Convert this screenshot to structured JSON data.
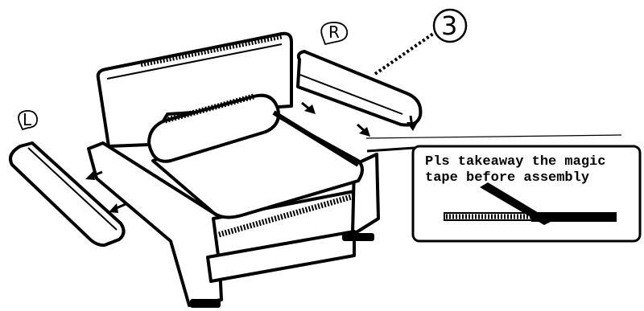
{
  "labels": {
    "left": "L",
    "right": "R",
    "step": "3"
  },
  "note": {
    "line1": "Pls takeaway the magic",
    "line2": "tape before assembly"
  }
}
